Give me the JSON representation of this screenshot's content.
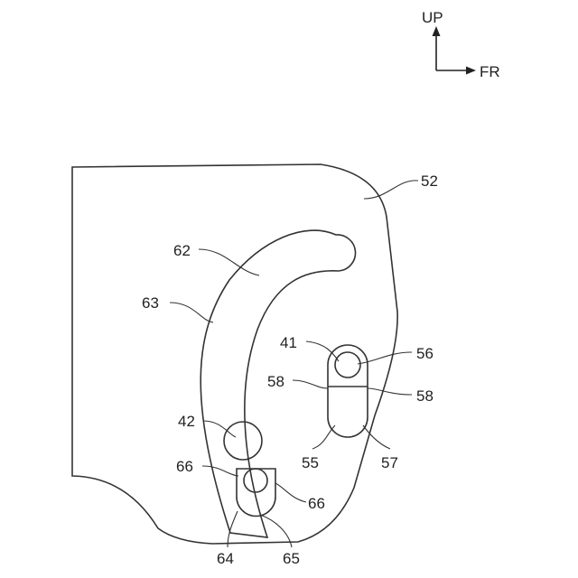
{
  "orientation": {
    "up_label": "UP",
    "forward_label": "FR"
  },
  "labels": {
    "l52": "52",
    "l62": "62",
    "l63": "63",
    "l41": "41",
    "l56": "56",
    "l58a": "58",
    "l58b": "58",
    "l42": "42",
    "l55": "55",
    "l57": "57",
    "l66a": "66",
    "l66b": "66",
    "l64": "64",
    "l65": "65"
  }
}
